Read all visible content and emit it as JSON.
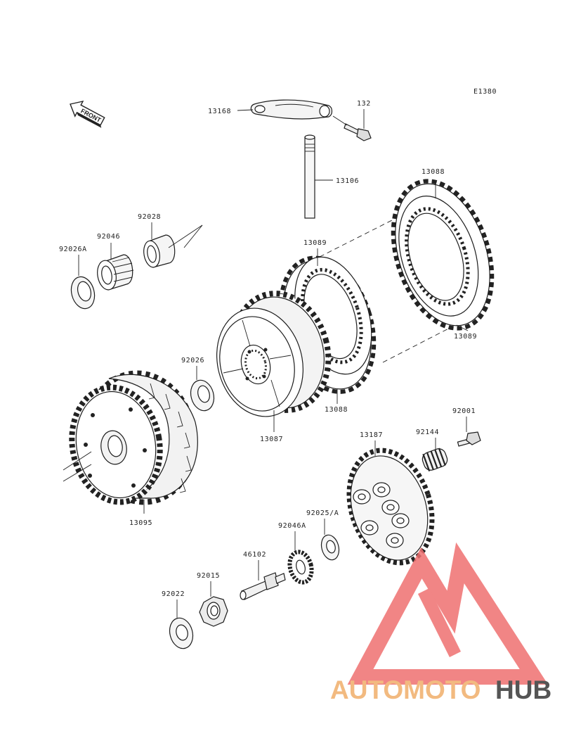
{
  "diagram_code": "E1380",
  "front_label": "FRONT",
  "parts": {
    "p13168": "13168",
    "p132": "132",
    "p13106": "13106",
    "p13088_top": "13088",
    "p13089_top": "13089",
    "p13089_right": "13089",
    "p13088_bottom": "13088",
    "p92028": "92028",
    "p92046": "92046",
    "p92026A": "92026A",
    "p92026": "92026",
    "p13087": "13087",
    "p13095": "13095",
    "p92001": "92001",
    "p13187": "13187",
    "p92144": "92144",
    "p92025A": "92025/A",
    "p92046A": "92046A",
    "p46102": "46102",
    "p92015": "92015",
    "p92022": "92022"
  },
  "watermark": {
    "part1": "AUTOMOTO",
    "part2": "HUB",
    "color_light": "#f6c28a",
    "color_red": "#e86060",
    "color_dark": "#555555"
  }
}
